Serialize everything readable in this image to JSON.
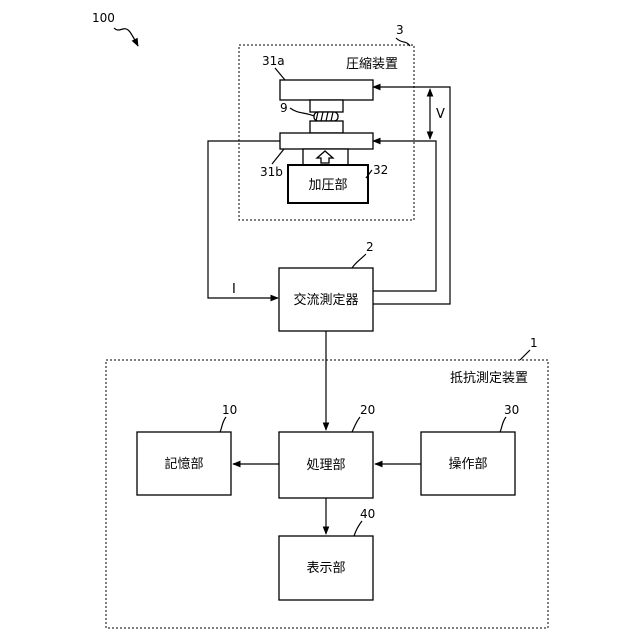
{
  "labels": {
    "system_ref": "100",
    "compression_ref": "3",
    "compression_name": "圧縮装置",
    "plate_top_ref": "31a",
    "plate_bottom_ref": "31b",
    "sample_ref": "9",
    "press_ref": "32",
    "press_name": "加圧部",
    "voltage": "V",
    "current": "I",
    "ac_meter_ref": "2",
    "ac_meter_name": "交流測定器",
    "resistance_ref": "1",
    "resistance_name": "抵抗測定装置",
    "storage_ref": "10",
    "storage_name": "記憶部",
    "processing_ref": "20",
    "processing_name": "処理部",
    "operation_ref": "30",
    "operation_name": "操作部",
    "display_ref": "40",
    "display_name": "表示部"
  }
}
